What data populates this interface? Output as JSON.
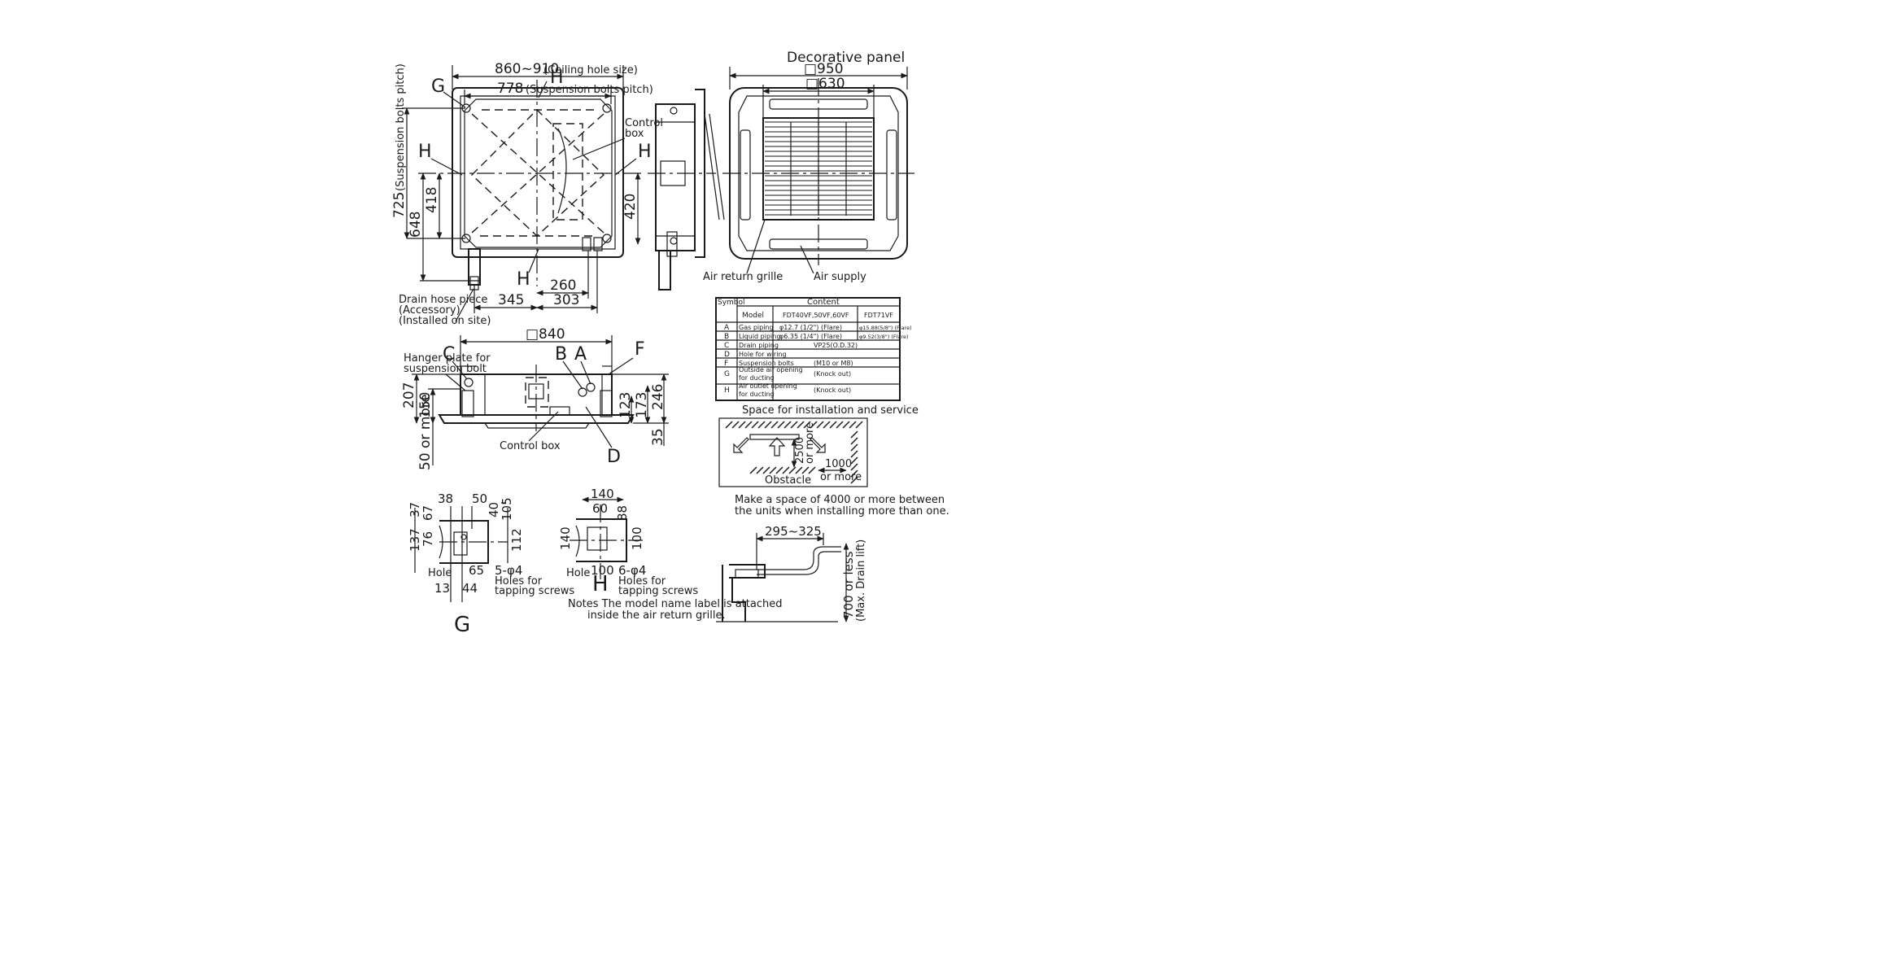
{
  "top_view": {
    "ceiling_hole": "860~910",
    "ceiling_hole_note": "(Ceiling hole size)",
    "bolt_pitch_h": "778",
    "bolt_pitch_h_note": "(Suspension bolts pitch)",
    "bolt_pitch_v": "725",
    "bolt_pitch_v_note": "(Suspension bolts pitch)",
    "dim_648": "648",
    "dim_418": "418",
    "dim_420": "420",
    "dim_260": "260",
    "dim_345": "345",
    "dim_303": "303",
    "label_g": "G",
    "label_h": "H",
    "control_box": "Control",
    "control_box2": "box",
    "drain_hose_1": "Drain hose piece",
    "drain_hose_2": "(Accessory)",
    "drain_hose_3": "(Installed on site)"
  },
  "panel_view": {
    "title": "Decorative panel",
    "dim_950": "□950",
    "dim_630": "□630",
    "air_return": "Air return grille",
    "air_supply": "Air supply"
  },
  "side_view": {
    "dim_840": "□840",
    "label_c": "C",
    "label_b": "B",
    "label_a": "A",
    "label_f": "F",
    "label_d": "D",
    "hanger_1": "Hanger plate for",
    "hanger_2": "suspension bolt",
    "dim_207": "207",
    "dim_150": "150",
    "dim_50": "50 or more",
    "dim_123": "123",
    "dim_173": "173",
    "dim_246": "246",
    "dim_35": "35",
    "control_box": "Control box"
  },
  "table": {
    "h_symbol": "Symbol",
    "h_content": "Content",
    "h_model": "Model",
    "h_fdt40": "FDT40VF,50VF,60VF",
    "h_fdt71": "FDT71VF",
    "rows": [
      {
        "s": "A",
        "item": "Gas piping",
        "v1": "φ12.7 (1/2\") (Flare)",
        "v2": "φ15.88(5/8\") (Flare)"
      },
      {
        "s": "B",
        "item": "Liquid piping",
        "v1": "φ6.35 (1/4\") (Flare)",
        "v2": "φ9.52(3/8\") (Flare)"
      },
      {
        "s": "C",
        "item": "Drain piping",
        "v1": "VP25(O.D.32)",
        "v2": ""
      },
      {
        "s": "D",
        "item": "Hole for wiring",
        "v1": "",
        "v2": ""
      },
      {
        "s": "F",
        "item": "Suspension bolts",
        "v1": "(M10 or M8)",
        "v2": ""
      },
      {
        "s": "G",
        "item": "Outside air opening",
        "item2": "for ducting",
        "v1": "(Knock out)",
        "v2": ""
      },
      {
        "s": "H",
        "item": "Air outlet opening",
        "item2": "for ducting",
        "v1": "(Knock out)",
        "v2": ""
      }
    ]
  },
  "space": {
    "title": "Space for installation and service",
    "dim_2500": "2500",
    "or_more": "or more",
    "dim_1000": "1000",
    "or_more2": "or more",
    "obstacle": "Obstacle",
    "note1": "Make a space of 4000 or more between",
    "note2": "the units when installing more than one."
  },
  "detail_g": {
    "d38": "38",
    "d50": "50",
    "d37": "37",
    "d67": "67",
    "d40": "40",
    "d105": "105",
    "d137": "137",
    "d76": "76",
    "d112": "112",
    "d65": "65",
    "d13": "13",
    "d44": "44",
    "holes": "5-φ4",
    "hole": "Hole",
    "tap1": "Holes for",
    "tap2": "tapping screws",
    "label": "G"
  },
  "detail_h": {
    "d140": "140",
    "d60": "60",
    "d88": "88",
    "d140v": "140",
    "d100v": "100",
    "d100": "100",
    "holes": "6-φ4",
    "hole": "Hole",
    "tap1": "Holes for",
    "tap2": "tapping screws",
    "label": "H"
  },
  "notes": {
    "n1": "Notes  The model name label is attached",
    "n2": "inside the air return grille."
  },
  "drain_lift": {
    "dim": "295~325",
    "lift": "700 or less",
    "lift2": "(Max. Drain lift)"
  }
}
